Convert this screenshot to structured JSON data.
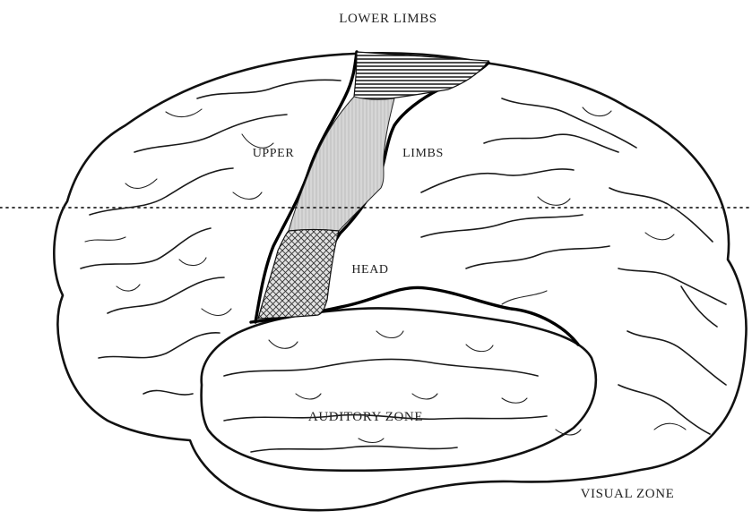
{
  "labels": {
    "lower_limbs": "LOWER LIMBS",
    "upper": "UPPER",
    "limbs": "LIMBS",
    "head": "HEAD",
    "auditory_zone": "AUDITORY ZONE",
    "visual_zone": "VISUAL ZONE"
  },
  "colors": {
    "line": "#111111",
    "hatch": "#222222",
    "shade_light": "#d4d4d4",
    "background": "#ffffff"
  }
}
